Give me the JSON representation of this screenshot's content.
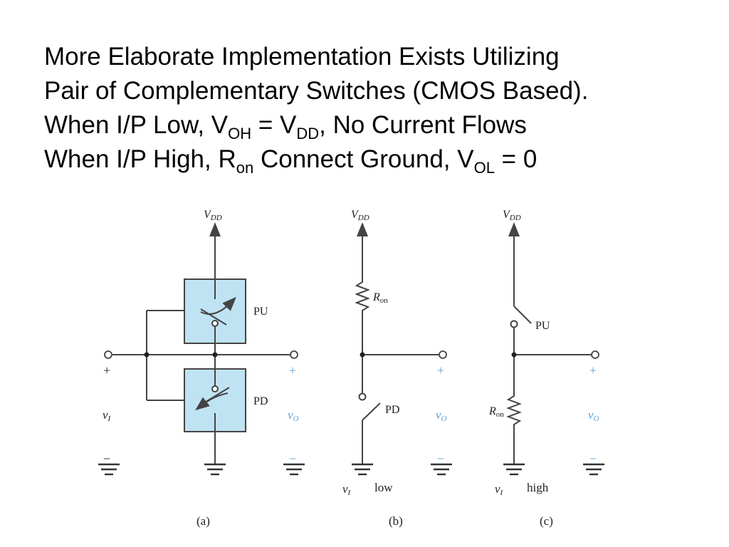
{
  "text": {
    "line1": "More Elaborate Implementation Exists Utilizing",
    "line2": "Pair of Complementary Switches (CMOS Based).",
    "line3": {
      "a": "When I/P Low, V",
      "s1": "OH",
      "b": " = V",
      "s2": "DD",
      "c": ", No Current Flows"
    },
    "line4": {
      "a": "When I/P High, R",
      "s1": "on",
      "b": " Connect Ground, V",
      "s2": "OL",
      "c": " = 0"
    }
  },
  "diagram": {
    "vdd": "V",
    "vdd_sub": "DD",
    "pu": "PU",
    "pd": "PD",
    "r": "R",
    "r_sub": "on",
    "v": "v",
    "vi_sub": "I",
    "vo_sub": "O",
    "plus": "+",
    "minus": "−",
    "low": "low",
    "high": "high",
    "cap_a": "(a)",
    "cap_b": "(b)",
    "cap_c": "(c)"
  },
  "colors": {
    "switch_fill": "#bfe3f3",
    "wire": "#444444",
    "output_label": "#5aa0d0"
  }
}
